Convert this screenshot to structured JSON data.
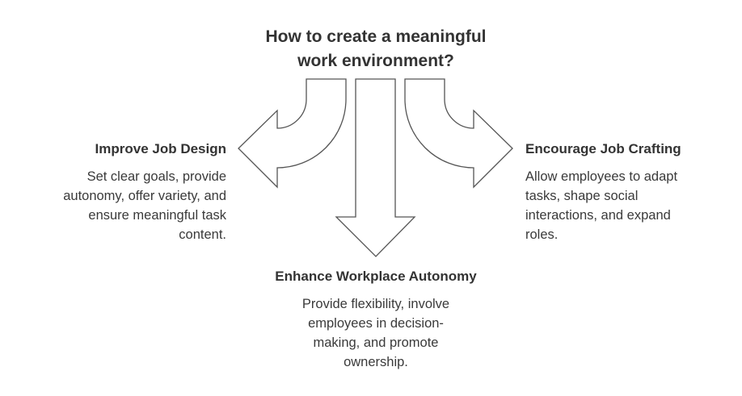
{
  "title": [
    "How to create a meaningful",
    "work environment?"
  ],
  "left": {
    "heading": "Improve Job Design",
    "body": [
      "Set clear goals, provide",
      "autonomy, offer variety, and",
      "ensure meaningful task",
      "content."
    ]
  },
  "center": {
    "heading": "Enhance Workplace Autonomy",
    "body": [
      "Provide flexibility, involve",
      "employees in decision-",
      "making, and promote",
      "ownership."
    ]
  },
  "right": {
    "heading": "Encourage Job Crafting",
    "body": [
      "Allow employees to adapt",
      "tasks, shape social",
      "interactions, and expand",
      "roles."
    ]
  }
}
